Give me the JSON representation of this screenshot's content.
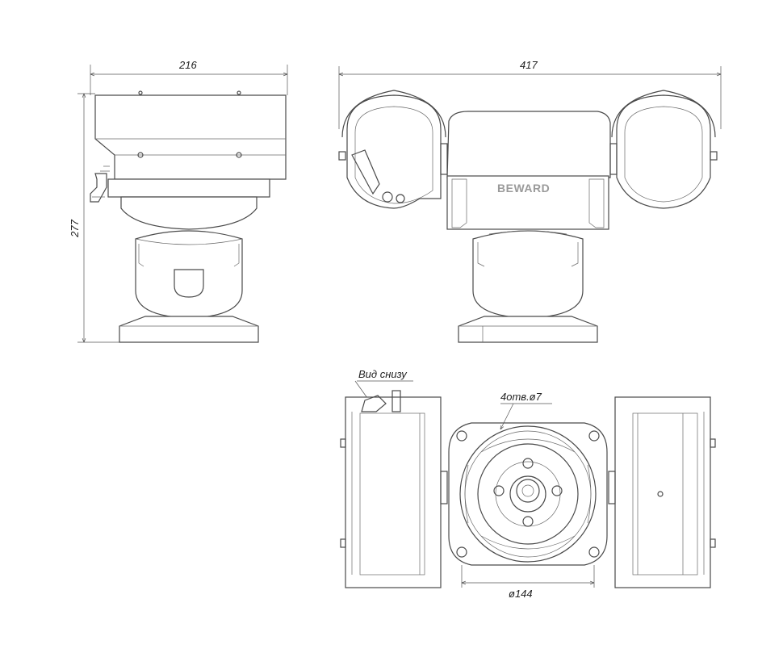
{
  "dimensions": {
    "side_width": "216",
    "front_width": "417",
    "height": "277",
    "bottom_diameter": "ø144",
    "holes": "4отв.ø7"
  },
  "labels": {
    "bottom_view": "Вид снизу",
    "brand": "BEWARD"
  }
}
